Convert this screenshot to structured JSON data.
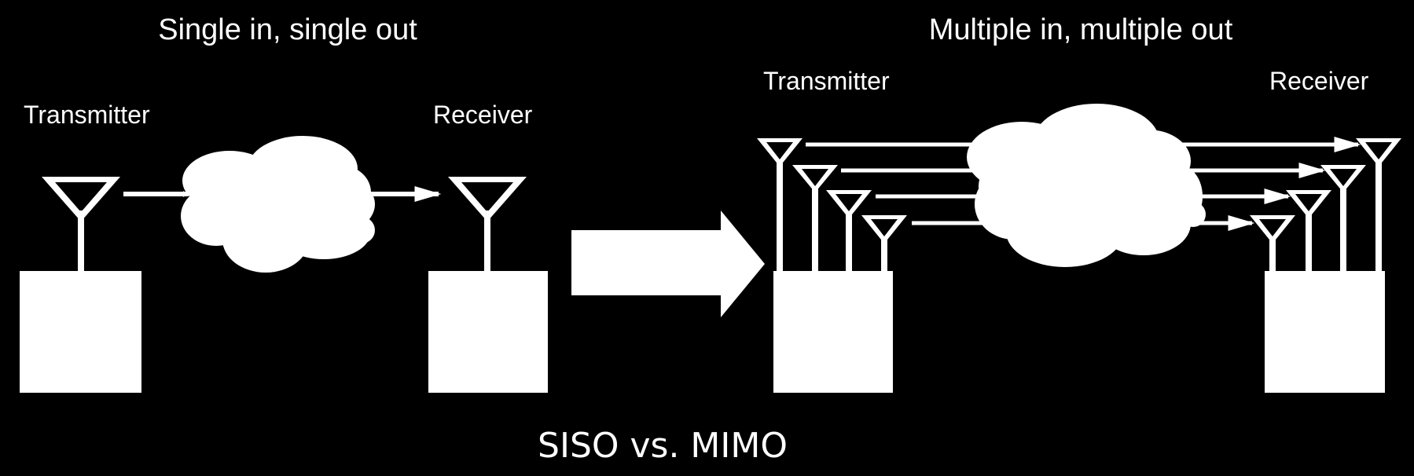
{
  "diagram": {
    "siso": {
      "heading": "Single in, single out",
      "transmitter_label": "Transmitter",
      "receiver_label": "Receiver"
    },
    "mimo": {
      "heading": "Multiple in, multiple out",
      "transmitter_label": "Transmitter",
      "receiver_label": "Receiver"
    },
    "caption": "SISO vs. MIMO"
  },
  "colors": {
    "background": "#000000",
    "foreground": "#ffffff"
  }
}
